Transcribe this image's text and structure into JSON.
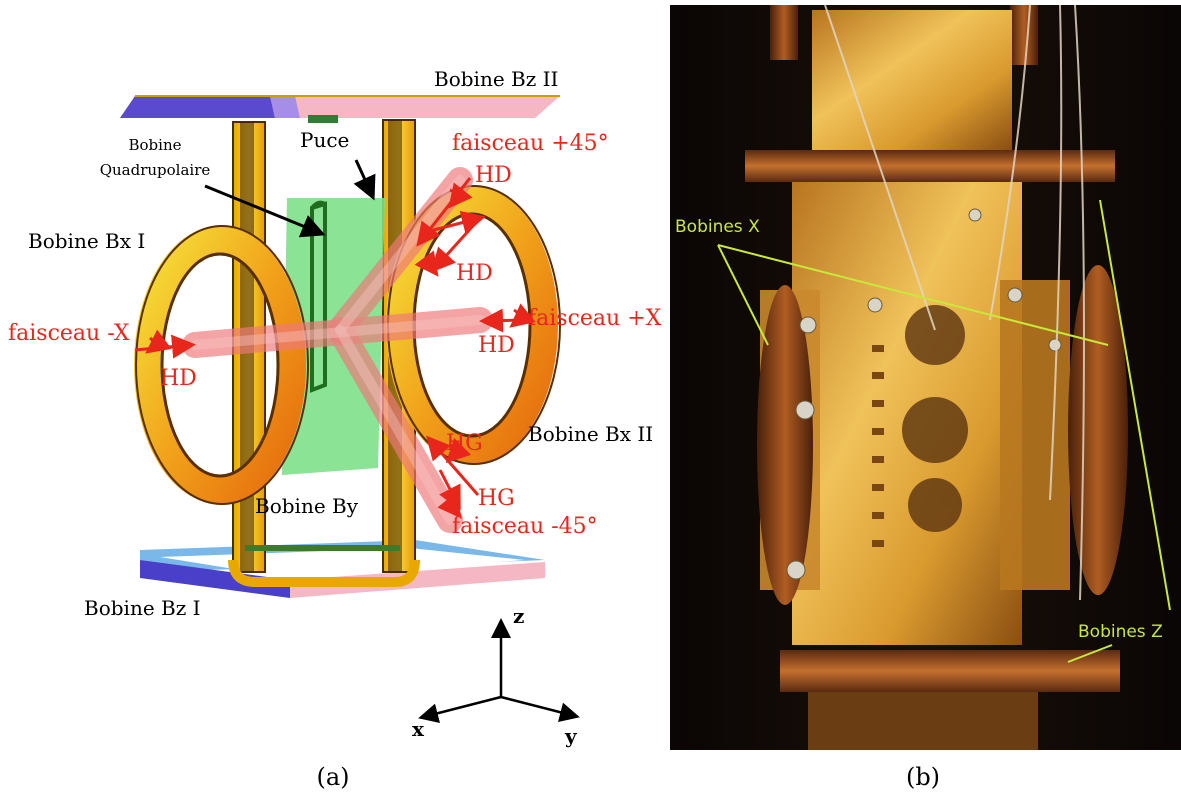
{
  "panel_a": {
    "caption": "(a)",
    "labels": {
      "bobine_bz_ii": "Bobine Bz II",
      "bobine_quadrupolaire_line1": "Bobine",
      "bobine_quadrupolaire_line2": "Quadrupolaire",
      "puce": "Puce",
      "bobine_bx_i": "Bobine Bx I",
      "bobine_bx_ii": "Bobine Bx II",
      "bobine_by": "Bobine By",
      "bobine_bz_i": "Bobine Bz I"
    },
    "beams": {
      "plus45": "faisceau +45°",
      "minus45": "faisceau -45°",
      "plusX": "faisceau +X",
      "minusX": "faisceau -X"
    },
    "polarizations": {
      "hd_top": "HD",
      "hd_mid": "HD",
      "hd_plusx": "HD",
      "hd_minusx": "HD",
      "hg_top": "HG",
      "hg_bottom": "HG"
    },
    "axes": {
      "z": "z",
      "x": "x",
      "y": "y"
    }
  },
  "panel_b": {
    "caption": "(b)",
    "labels": {
      "bobines_x": "Bobines X",
      "bobines_z": "Bobines Z"
    }
  },
  "colors": {
    "beam": "#e8261c",
    "copper": "#b56a2a",
    "gold": "#f2b400",
    "chip": "#7ee08a",
    "coil_blue": "#6a7de0",
    "coil_pink": "#f6b7c4",
    "annotation_green": "#c8e83a"
  }
}
